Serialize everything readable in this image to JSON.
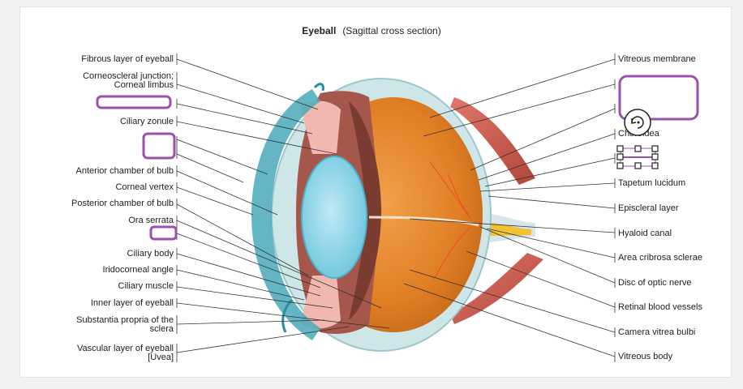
{
  "diagram": {
    "title": "Eyeball",
    "subtitle": "(Sagittal cross section)",
    "left_labels": [
      "Fibrous layer of eyeball",
      "Corneoscleral junction;",
      "Corneal limbus",
      "Ciliary zonule",
      "Anterior chamber of bulb",
      "Corneal vertex",
      "Posterior chamber of bulb",
      "Ora serrata",
      "Ciliary body",
      "Iridocorneal angle",
      "Ciliary muscle",
      "Inner layer of eyeball",
      "Substantia propria of the",
      "sclera",
      "Vascular layer of eyeball",
      "[Uvea]"
    ],
    "right_labels": [
      "Vitreous membrane",
      "Choroidea",
      "Tapetum lucidum",
      "Episcleral layer",
      "Hyaloid canal",
      "Area cribrosa sclerae",
      "Disc of optic nerve",
      "Retinal blood vessels",
      "Camera vitrea bulbi",
      "Vitreous body"
    ]
  },
  "colors": {
    "annotation_box": "#9b4fb0",
    "sclera": "#c7e0e3",
    "vitreous": "#e88a2a",
    "lens": "#8ed6ea",
    "muscle": "#c85a4a",
    "optic_nerve": "#f2c233"
  },
  "icons": [
    "rotate-icon",
    "resize-handles-icon"
  ]
}
